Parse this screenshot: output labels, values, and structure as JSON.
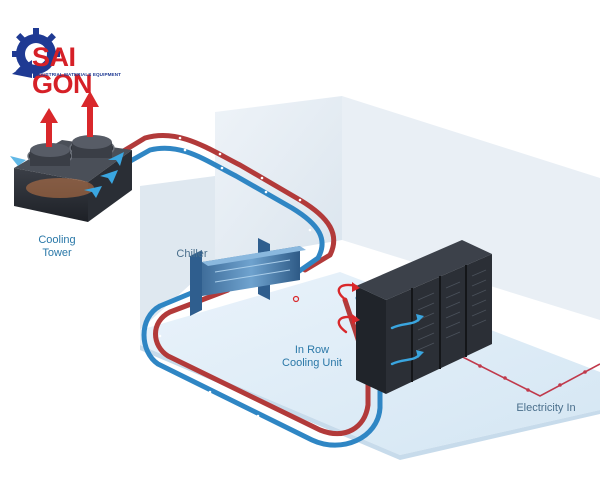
{
  "logo": {
    "brand": "SAI GON",
    "tagline": "INDUSTRIAL MATERIALS EQUIPMENT"
  },
  "labels": {
    "cooling_tower_line1": "Cooling",
    "cooling_tower_line2": "Tower",
    "chiller": "Chiller",
    "in_row_line1": "In Row",
    "in_row_line2": "Cooling Unit",
    "electricity": "Electricity In"
  },
  "colors": {
    "hot_pipe": "#b23a3a",
    "cold_pipe": "#2f86c4",
    "heat_arrow": "#d9282b",
    "cool_arrow": "#3aa6e0",
    "room": "#e6eef6",
    "rack": "#2b2f36",
    "electric_line": "#c0394b"
  }
}
